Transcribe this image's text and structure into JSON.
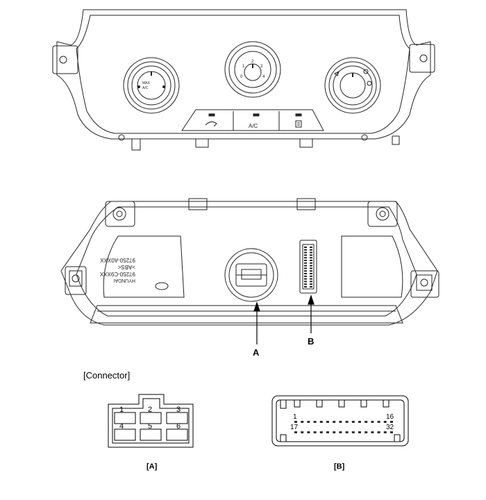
{
  "callouts": {
    "a": "A",
    "b": "B"
  },
  "connector_section_title": "[Connector]",
  "front_panel": {
    "ac_label": "A/C",
    "blower_ticks": [
      "0",
      "1",
      "2",
      "3",
      "4"
    ],
    "left_knob_text": [
      "MAX",
      "A/C"
    ]
  },
  "rear_panel": {
    "part_text": [
      "97250-A0XXX",
      ">ABS<",
      "97250-C9XXX",
      "HYUNDAI"
    ]
  },
  "connector_a": {
    "caption": "[A]",
    "pins_top": [
      "1",
      "2",
      "3"
    ],
    "pins_bottom": [
      "4",
      "5",
      "6"
    ]
  },
  "connector_b": {
    "caption": "[B]",
    "pin_first_top": "1",
    "pin_last_top": "16",
    "pin_first_bottom": "17",
    "pin_last_bottom": "32"
  }
}
